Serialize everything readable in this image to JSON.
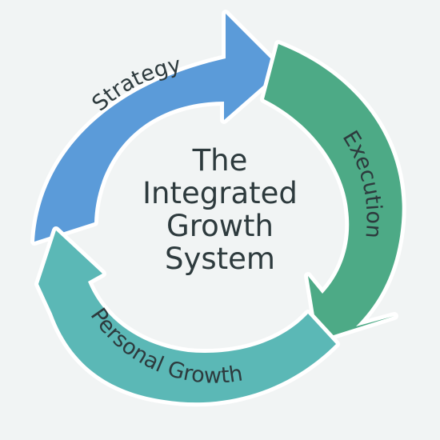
{
  "title_lines": [
    "The",
    "Integrated",
    "Growth",
    "System"
  ],
  "segments": [
    {
      "label": "Strategy",
      "color": "#5b9bd9"
    },
    {
      "label": "Execution",
      "color": "#4daa86"
    },
    {
      "label": "Personal Growth",
      "color": "#5bb8b6"
    }
  ]
}
